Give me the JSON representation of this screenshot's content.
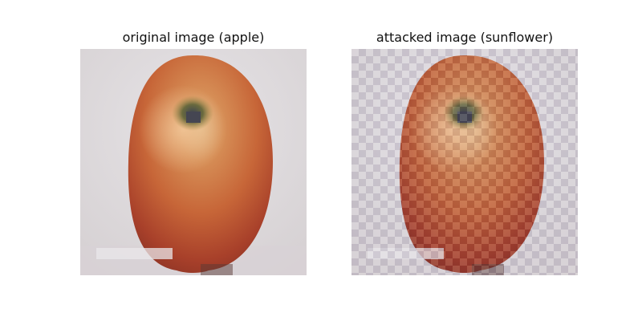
{
  "figure": {
    "panels": [
      {
        "title": "original image (apple)",
        "image_subject": "red apple on light background",
        "noise": "none"
      },
      {
        "title": "attacked image (sunflower)",
        "image_subject": "red apple on light background",
        "noise": "adversarial checkered perturbation"
      }
    ],
    "colors": {
      "background": "#ffffff",
      "apple_red": "#b84a2c",
      "apple_orange": "#cf8a55",
      "stem_dark": "#4b4a3c",
      "table_light": "#dcd8d8"
    }
  }
}
